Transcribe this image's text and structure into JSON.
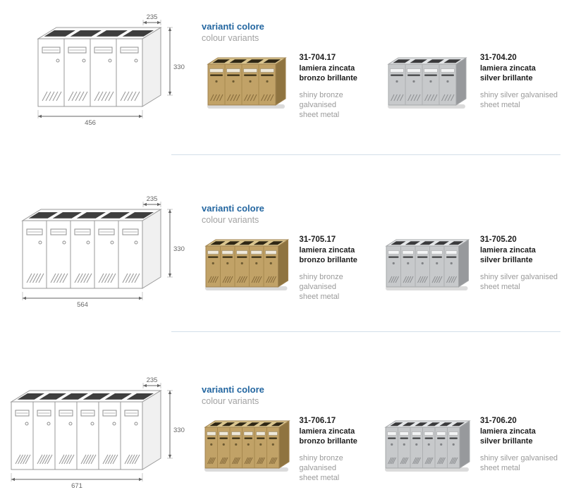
{
  "colors": {
    "accent": "#2366a0",
    "muted": "#9b9b9b",
    "divider": "#d3dfe9",
    "bronze": "#c1a267",
    "silver": "#c7c9cb"
  },
  "rows": [
    {
      "boxes": 4,
      "dims": {
        "depth": "235",
        "height": "330",
        "width": "456"
      },
      "header": {
        "title": "varianti colore",
        "subtitle": "colour variants"
      },
      "variants": [
        {
          "style": "bronze",
          "code": "31-704.17",
          "name1": "lamiera zincata",
          "name2": "bronzo brillante",
          "desc1": "shiny bronze galvanised",
          "desc2": "sheet metal"
        },
        {
          "style": "silver",
          "code": "31-704.20",
          "name1": "lamiera zincata",
          "name2": "silver brillante",
          "desc1": "shiny silver galvanised",
          "desc2": "sheet metal"
        }
      ]
    },
    {
      "boxes": 5,
      "dims": {
        "depth": "235",
        "height": "330",
        "width": "564"
      },
      "header": {
        "title": "varianti colore",
        "subtitle": "colour variants"
      },
      "variants": [
        {
          "style": "bronze",
          "code": "31-705.17",
          "name1": "lamiera zincata",
          "name2": "bronzo brillante",
          "desc1": "shiny bronze galvanised",
          "desc2": "sheet metal"
        },
        {
          "style": "silver",
          "code": "31-705.20",
          "name1": "lamiera zincata",
          "name2": "silver brillante",
          "desc1": "shiny silver galvanised",
          "desc2": "sheet metal"
        }
      ]
    },
    {
      "boxes": 6,
      "dims": {
        "depth": "235",
        "height": "330",
        "width": "671"
      },
      "header": {
        "title": "varianti colore",
        "subtitle": "colour variants"
      },
      "variants": [
        {
          "style": "bronze",
          "code": "31-706.17",
          "name1": "lamiera zincata",
          "name2": "bronzo brillante",
          "desc1": "shiny bronze galvanised",
          "desc2": "sheet metal"
        },
        {
          "style": "silver",
          "code": "31-706.20",
          "name1": "lamiera zincata",
          "name2": "silver brillante",
          "desc1": "shiny silver galvanised",
          "desc2": "sheet metal"
        }
      ]
    }
  ]
}
